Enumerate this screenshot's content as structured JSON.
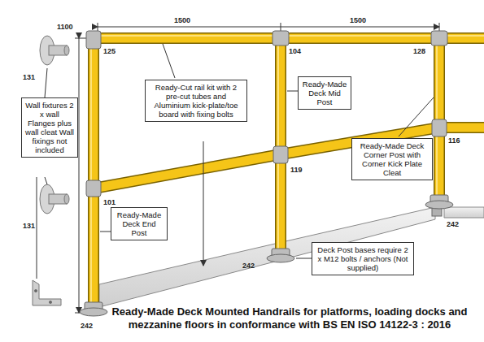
{
  "diagram": {
    "caption": "Ready-Made Deck Mounted Handrails for platforms, loading docks and mezzanine floors in conformance with BS EN ISO 14122-3 : 2016",
    "nodes": [
      {
        "text": [
          "Wall fixtures 2 x wall Flanges plus wall cleat Wall fixings not included"
        ]
      },
      {
        "text": [
          "Ready-Cut rail kit with 2 pre-cut tubes and Aluminium kick-plate/toe board with fixing bolts"
        ]
      },
      {
        "text": [
          "Ready-Made Deck Mid Post"
        ]
      },
      {
        "text": [
          "Ready-Made Deck Corner Post with Corner Kick Plate Cleat"
        ]
      },
      {
        "text": [
          "Ready-Made Deck End Post"
        ]
      },
      {
        "text": [
          "Deck Post bases require 2 x M12 bolts / anchors (Not supplied)"
        ]
      }
    ],
    "labels": [
      "1500",
      "1500",
      "1100",
      "125",
      "104",
      "128",
      "131",
      "116",
      "119",
      "101",
      "131",
      "242",
      "242",
      "242"
    ]
  }
}
